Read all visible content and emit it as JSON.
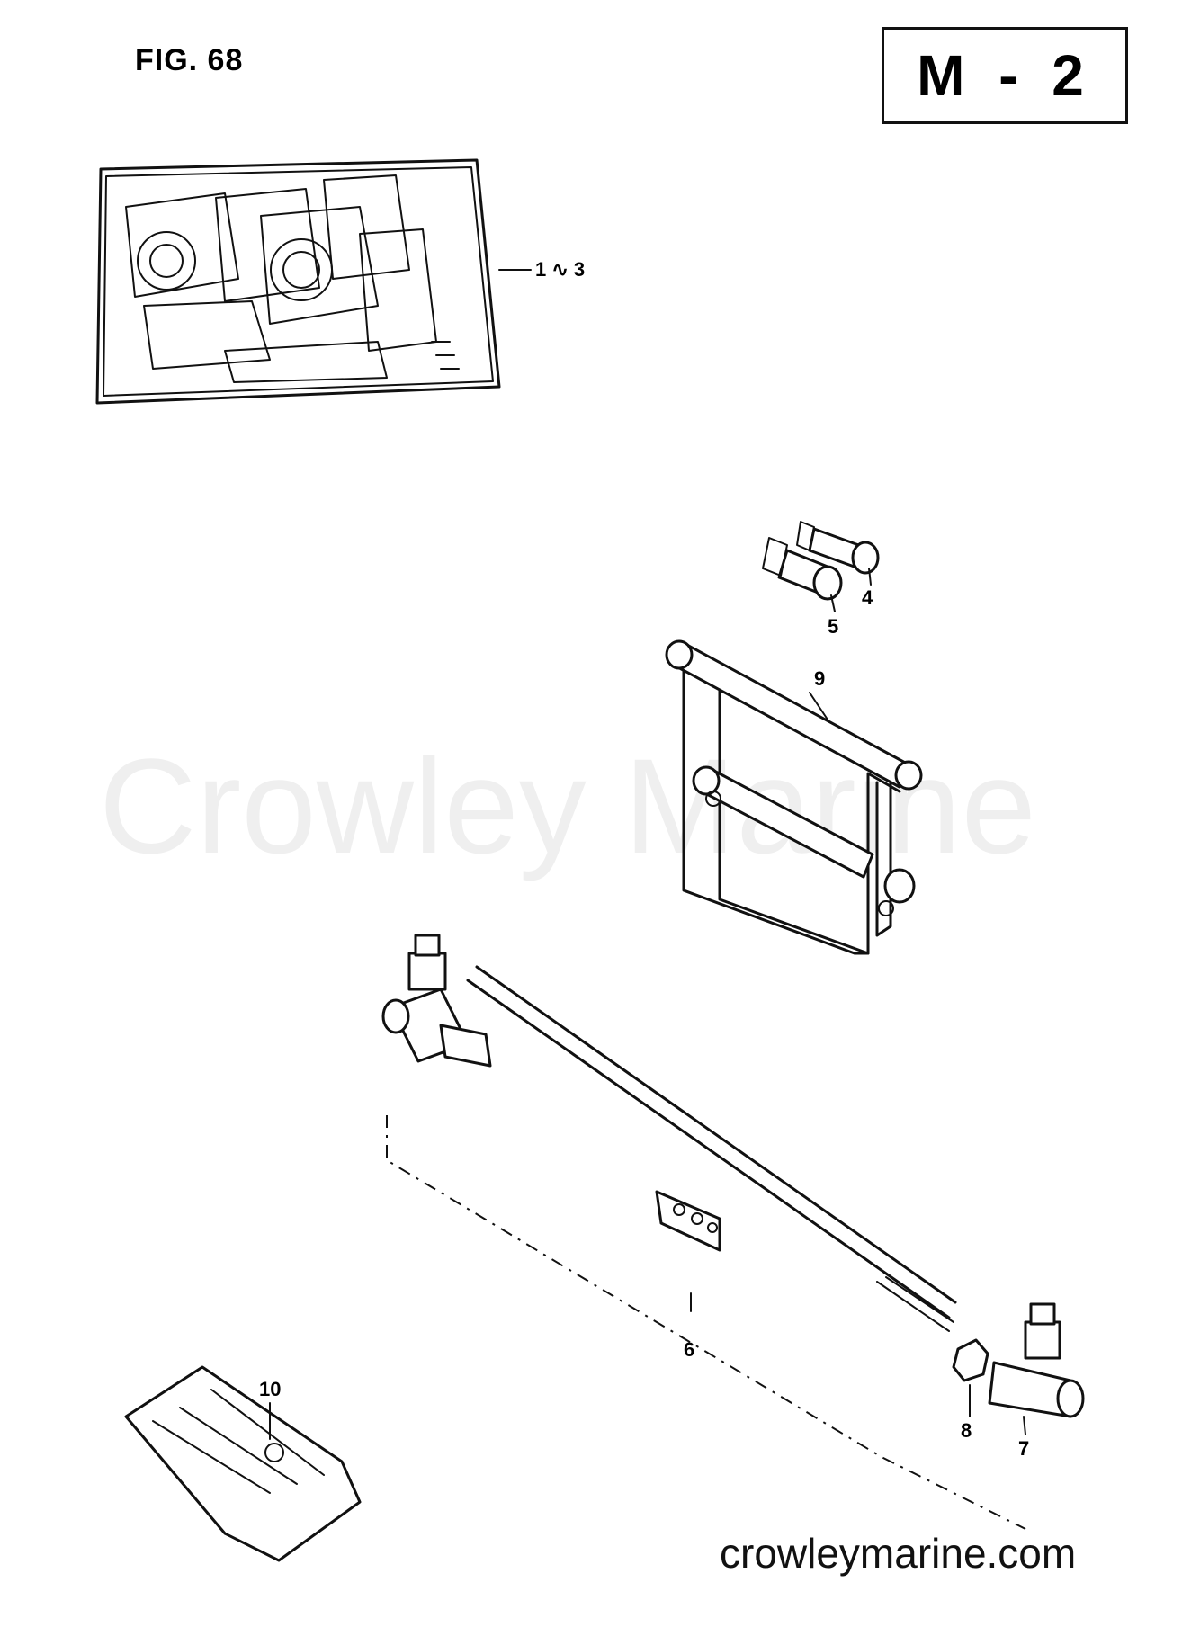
{
  "figure_label": "FIG. 68",
  "section_code": "M - 2",
  "watermark": "Crowley Marine",
  "website": "crowleymarine.com",
  "callouts": {
    "gasket_set": "1 ∿ 3",
    "part_4": "4",
    "part_5": "5",
    "part_9": "9",
    "part_6": "6",
    "part_7": "7",
    "part_8": "8",
    "part_10": "10"
  }
}
